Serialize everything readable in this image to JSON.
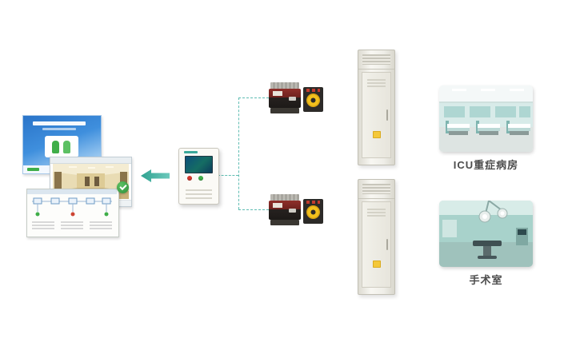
{
  "colors": {
    "accent_teal": "#35b3a4",
    "dashed_line": "#5fbdb2",
    "label_text": "#4c4c4c",
    "badge_green": "#3fae49",
    "warning_yellow": "#f4c83a"
  },
  "branches": [
    {
      "id": "icu",
      "label": "ICU重症病房"
    },
    {
      "id": "operating-room",
      "label": "手术室"
    }
  ],
  "arrow": {
    "direction": "left"
  },
  "icons": {
    "software-screen-presentation": "monitoring software title slide",
    "software-screen-ward-view": "ward camera view window",
    "software-screen-scada": "power monitoring SCADA screen",
    "left-arrow-icon": "teal arrow pointing left",
    "wall-monitor-panel": "wall-mounted insulation monitoring alarm panel",
    "ats-switch-icon": "dual power automatic transfer switch",
    "transformer-icon": "isolation transformer with yellow winding",
    "distribution-cabinet-icon": "isolated power distribution cabinet",
    "icu-ward-photo": "ICU intensive care ward photo",
    "operating-room-photo": "operating room photo",
    "green-badge-icon": "green circular software logo"
  }
}
